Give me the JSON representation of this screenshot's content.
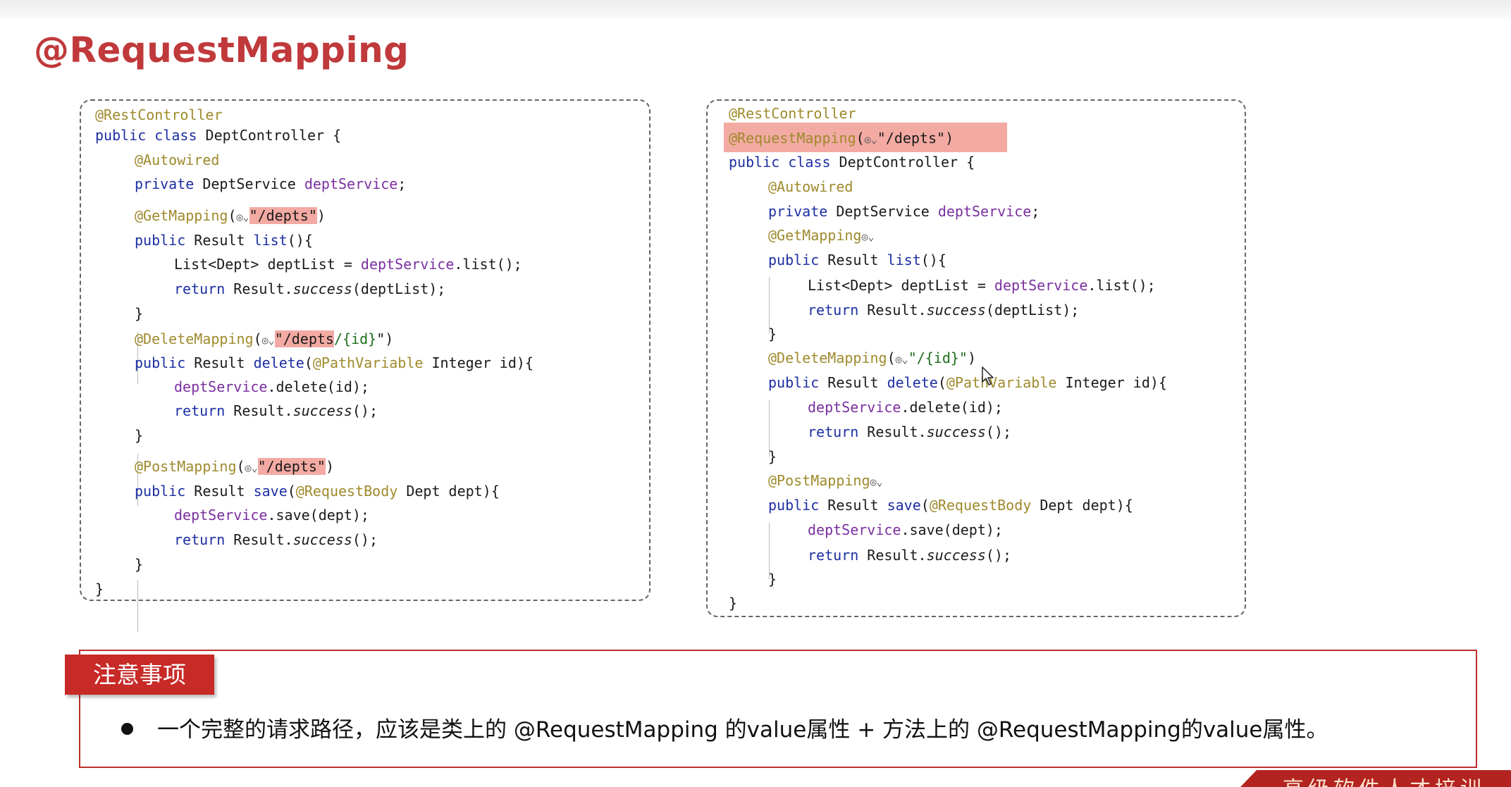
{
  "title": "@RequestMapping",
  "left_code": {
    "l01": "@RestController",
    "l02_kw": "public class",
    "l02_rest": " DeptController {",
    "l03": "@Autowired",
    "l04_kw": "private",
    "l04_type": " DeptService ",
    "l04_field": "deptService",
    "l04_end": ";",
    "l05_ann": "@GetMapping",
    "l05_open": "(",
    "l05_path": "\"/depts\"",
    "l05_close": ")",
    "l06_kw": "public",
    "l06_type": " Result ",
    "l06_method": "list",
    "l06_end": "(){",
    "l07_a": "List<Dept> deptList = ",
    "l07_field": "deptService",
    "l07_b": ".list();",
    "l08_kw": "return",
    "l08_a": " Result.",
    "l08_it": "success",
    "l08_b": "(deptList);",
    "l09": "}",
    "l10_ann": "@DeleteMapping",
    "l10_open": "(",
    "l10_path": "\"/depts",
    "l10_rest": "/{id}",
    "l10_close": "\")",
    "l11_kw": "public",
    "l11_type": " Result ",
    "l11_method": "delete",
    "l11_open": "(",
    "l11_ann": "@PathVariable",
    "l11_rest": " Integer id){",
    "l12_field": "deptService",
    "l12_rest": ".delete(id);",
    "l13_kw": "return",
    "l13_a": " Result.",
    "l13_it": "success",
    "l13_b": "();",
    "l14": "}",
    "l15_ann": "@PostMapping",
    "l15_open": "(",
    "l15_path": "\"/depts\"",
    "l15_close": ")",
    "l16_kw": "public",
    "l16_type": " Result ",
    "l16_method": "save",
    "l16_open": "(",
    "l16_ann": "@RequestBody",
    "l16_rest": " Dept dept){",
    "l17_field": "deptService",
    "l17_rest": ".save(dept);",
    "l18_kw": "return",
    "l18_a": " Result.",
    "l18_it": "success",
    "l18_b": "();",
    "l19": "}",
    "l20": "}"
  },
  "right_code": {
    "r01": "@RestController",
    "r02_ann": "@RequestMapping",
    "r02_open": "(",
    "r02_rest": "\"/depts\")",
    "r03_kw": "public class",
    "r03_rest": " DeptController {",
    "r04": "@Autowired",
    "r05_kw": "private",
    "r05_type": " DeptService ",
    "r05_field": "deptService",
    "r05_end": ";",
    "r06": "@GetMapping",
    "r07_kw": "public",
    "r07_type": " Result ",
    "r07_method": "list",
    "r07_end": "(){",
    "r08_a": "List<Dept> deptList = ",
    "r08_field": "deptService",
    "r08_b": ".list();",
    "r09_kw": "return",
    "r09_a": " Result.",
    "r09_it": "success",
    "r09_b": "(deptList);",
    "r10": "}",
    "r11_ann": "@DeleteMapping",
    "r11_open": "(",
    "r11_str": "\"/{id}\"",
    "r11_close": ")",
    "r12_kw": "public",
    "r12_type": " Result ",
    "r12_method": "delete",
    "r12_open": "(",
    "r12_ann": "@PathVariable",
    "r12_rest": " Integer id){",
    "r13_field": "deptService",
    "r13_rest": ".delete(id);",
    "r14_kw": "return",
    "r14_a": " Result.",
    "r14_it": "success",
    "r14_b": "();",
    "r15": "}",
    "r16": "@PostMapping",
    "r17_kw": "public",
    "r17_type": " Result ",
    "r17_method": "save",
    "r17_open": "(",
    "r17_ann": "@RequestBody",
    "r17_rest": " Dept dept){",
    "r18_field": "deptService",
    "r18_rest": ".save(dept);",
    "r19_kw": "return",
    "r19_a": " Result.",
    "r19_it": "success",
    "r19_b": "();",
    "r20": "}",
    "r21": "}"
  },
  "icons": {
    "globe": "◎⌄"
  },
  "notice": {
    "title": "注意事项",
    "text": "一个完整的请求路径，应该是类上的 @RequestMapping 的value属性 + 方法上的 @RequestMapping的value属性。"
  },
  "footer": {
    "text": "高级软件人才培训"
  },
  "colors": {
    "title": "#c0393b",
    "highlight": "#f3aaa3",
    "notice_red": "#c72a27"
  }
}
